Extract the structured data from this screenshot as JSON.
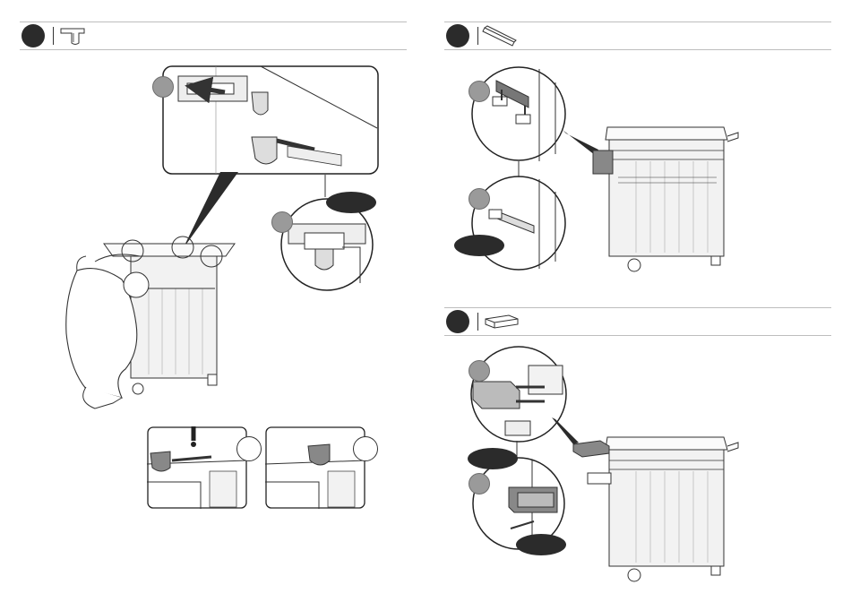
{
  "page": {
    "kind": "assembly-instruction-sheet"
  },
  "sections": [
    {
      "id": "step-a",
      "part_icon": "clip-bracket-icon",
      "step_number": ""
    },
    {
      "id": "step-b",
      "part_icon": "rail-bar-icon",
      "step_number": ""
    },
    {
      "id": "step-c",
      "part_icon": "tray-shelf-icon",
      "step_number": ""
    }
  ],
  "colors": {
    "ink": "#333333",
    "badge": "#2b2b2b",
    "tag": "#9a9a9a",
    "rule": "#bdbdbd",
    "fill_light": "#f2f2f2",
    "fill_mid": "#d9d9d9"
  }
}
